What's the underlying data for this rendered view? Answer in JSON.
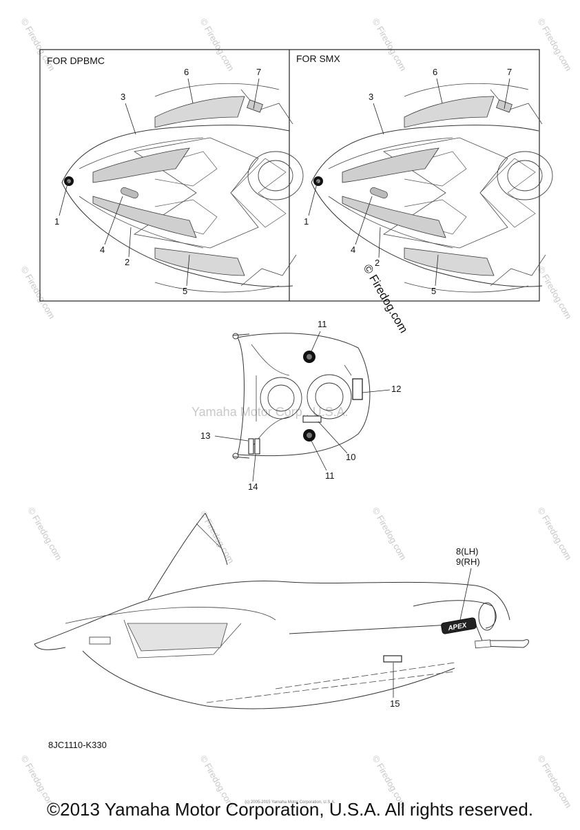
{
  "panels": {
    "left_title": "FOR DPBMC",
    "right_title": "FOR SMX"
  },
  "callouts": {
    "p1": "1",
    "p2": "2",
    "p3": "3",
    "p4": "4",
    "p5": "5",
    "p6": "6",
    "p7": "7",
    "p8_9": [
      "8(LH)",
      "9(RH)"
    ],
    "p10": "10",
    "p11": "11",
    "p12": "12",
    "p13": "13",
    "p14": "14",
    "p15": "15"
  },
  "watermarks": {
    "firedog": "© Firedog.com",
    "yamaha": "Yamaha Motor Corp., U.S.A."
  },
  "diagram_code": "8JC1110-K330",
  "apex_badge": "APEX",
  "footer": {
    "copyright": "©2013 Yamaha Motor Corporation, U.S.A. All rights reserved.",
    "small_line": "(c) 2005-2015 Yamaha Motor Corporation, U.S.A."
  }
}
